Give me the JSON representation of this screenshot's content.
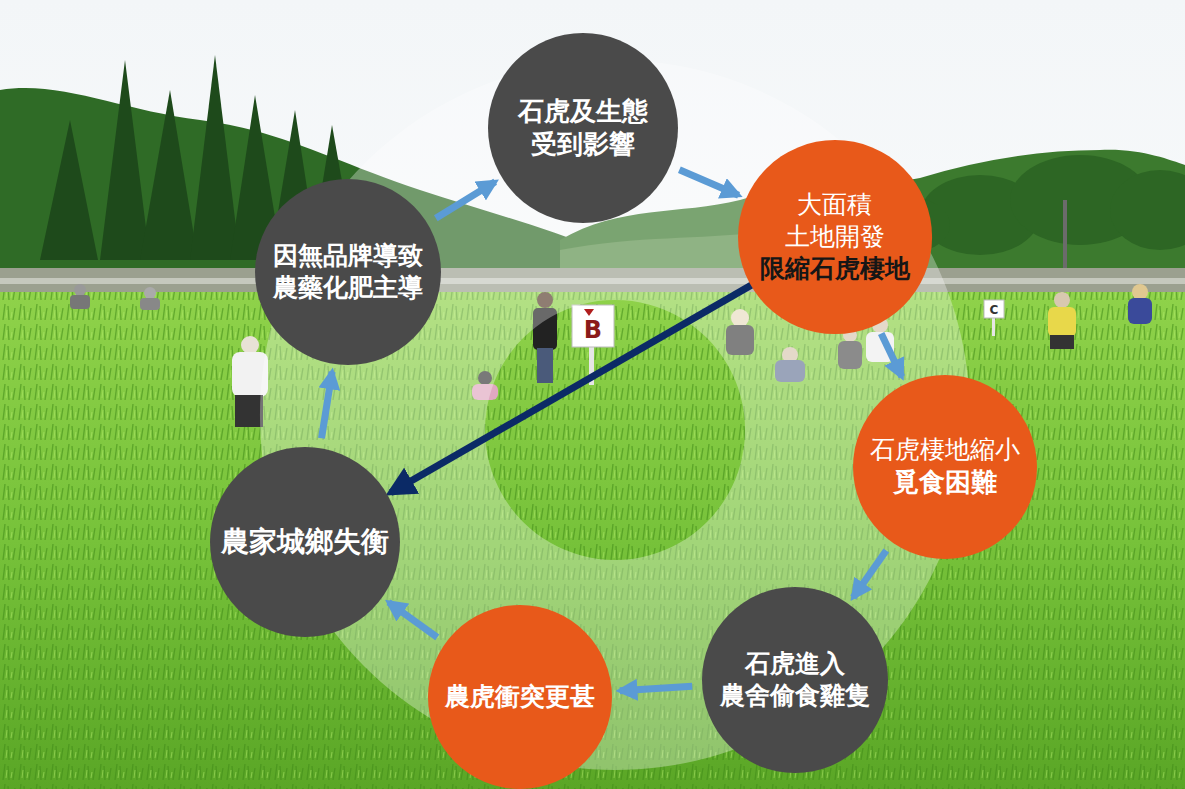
{
  "diagram": {
    "nodes": [
      {
        "text": [
          "石虎及生態 受到影響"
        ]
      },
      {
        "text": [
          "大面積 土地開發",
          "限縮石虎棲地"
        ]
      },
      {
        "text": [
          "石虎棲地縮小",
          "覓食困難"
        ]
      },
      {
        "text": [
          "石虎進入 農舍偷食雞隻"
        ]
      },
      {
        "text": [
          "農虎衝突更甚"
        ]
      },
      {
        "text": [
          "農家城鄉失衡"
        ]
      },
      {
        "text": [
          "因無品牌導致 農藥化肥主導"
        ]
      }
    ],
    "edges": [
      {
        "from": 0,
        "to": 1,
        "arrow": "to"
      },
      {
        "from": 1,
        "to": 2,
        "arrow": "to"
      },
      {
        "from": 2,
        "to": 3,
        "arrow": "to"
      },
      {
        "from": 3,
        "to": 4,
        "arrow": "to"
      },
      {
        "from": 4,
        "to": 5,
        "arrow": "to"
      },
      {
        "from": 5,
        "to": 6,
        "arrow": "to"
      },
      {
        "from": 6,
        "to": 0,
        "arrow": "to"
      },
      {
        "from": 1,
        "to": 5,
        "arrow": "to"
      }
    ],
    "labels": [
      "B",
      "C"
    ]
  }
}
